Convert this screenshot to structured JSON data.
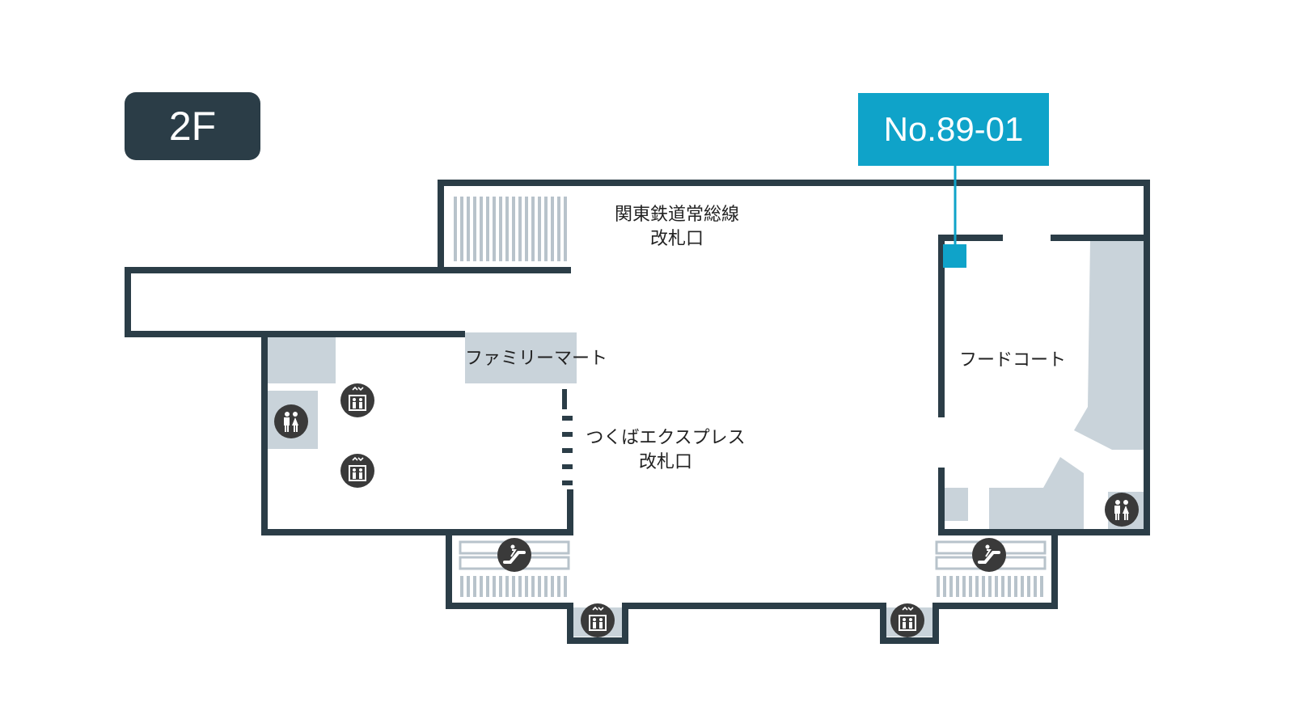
{
  "floor": "2F",
  "marker": {
    "label": "No.89-01"
  },
  "areas": {
    "kanto_gate_line1": "関東鉄道常総線",
    "kanto_gate_line2": "改札口",
    "tx_gate_line1": "つくばエクスプレス",
    "tx_gate_line2": "改札口",
    "familymart": "ファミリーマート",
    "foodcourt": "フードコート"
  },
  "icons": [
    "elevator-icon",
    "restroom-icon",
    "escalator-icon"
  ],
  "colors": {
    "wall": "#2b3d47",
    "fixture": "#c9d3da",
    "stairs": "#b8c3cb",
    "icon_bg": "#3a3a3a",
    "marker": "#0fa3c9"
  }
}
